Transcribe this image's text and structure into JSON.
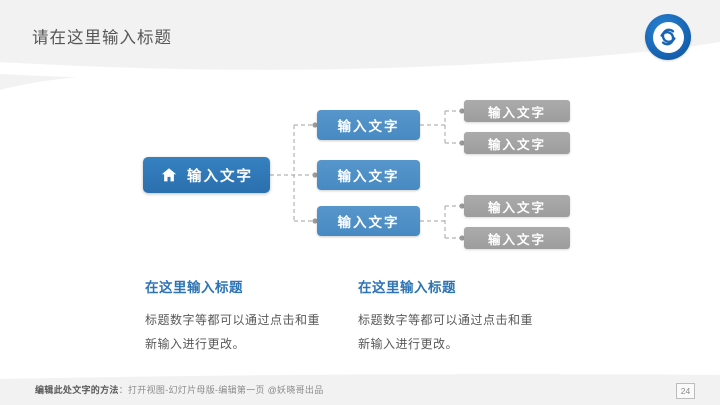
{
  "slide": {
    "title": "请在这里输入标题",
    "page_number": "24"
  },
  "diagram": {
    "root": {
      "label": "输入文字",
      "icon": "home-icon"
    },
    "level2": [
      {
        "label": "输入文字"
      },
      {
        "label": "输入文字"
      },
      {
        "label": "输入文字"
      }
    ],
    "level3": [
      {
        "label": "输入文字"
      },
      {
        "label": "输入文字"
      },
      {
        "label": "输入文字"
      },
      {
        "label": "输入文字"
      }
    ]
  },
  "text_blocks": [
    {
      "heading": "在这里输入标题",
      "body": "标题数字等都可以通过点击和重新输入进行更改。"
    },
    {
      "heading": "在这里输入标题",
      "body": "标题数字等都可以通过点击和重新输入进行更改。"
    }
  ],
  "footer": {
    "method_label": "编辑此处文字的方法",
    "method_rest": "：打开视图-幻灯片母版-编辑第一页 @妖晓哥出品"
  },
  "icons": {
    "logo": "school-badge-icon",
    "root": "home-icon"
  },
  "colors": {
    "root_blue": "#2e74b5",
    "branch_blue": "#4d8fc6",
    "leaf_gray": "#a3a3a3",
    "heading_blue": "#2e74b5",
    "body_gray": "#595959",
    "band_gray": "#f2f2f3",
    "connector_gray": "#b3b3b3",
    "logo_blue": "#1765b4"
  }
}
